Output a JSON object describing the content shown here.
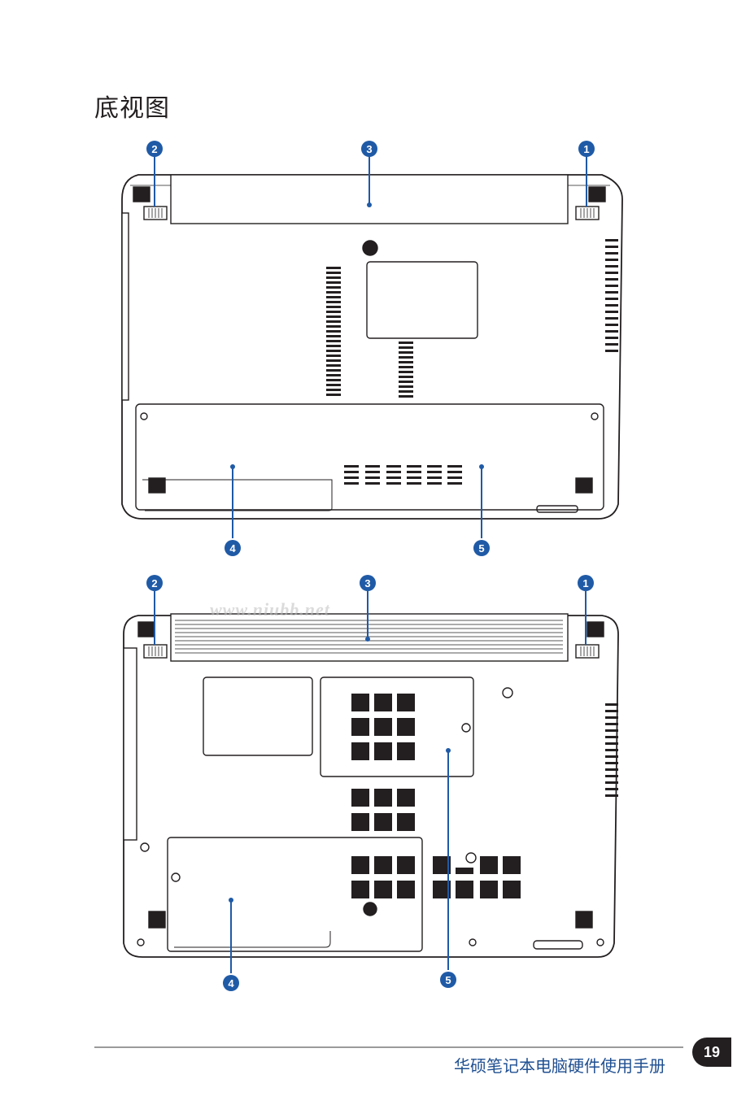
{
  "page": {
    "title": "底视图",
    "footer_title": "华硕笔记本电脑硬件使用手册",
    "page_number": "19",
    "watermark": "www.niubb.net"
  },
  "diagrams": [
    {
      "label": "bottom-view-model-a",
      "callouts": [
        "1",
        "2",
        "3",
        "4",
        "5"
      ]
    },
    {
      "label": "bottom-view-model-b",
      "callouts": [
        "1",
        "2",
        "3",
        "4",
        "5"
      ]
    }
  ],
  "colors": {
    "callout": "#1f5aa6",
    "outline": "#231f20",
    "footer_text": "#1f4f91"
  }
}
